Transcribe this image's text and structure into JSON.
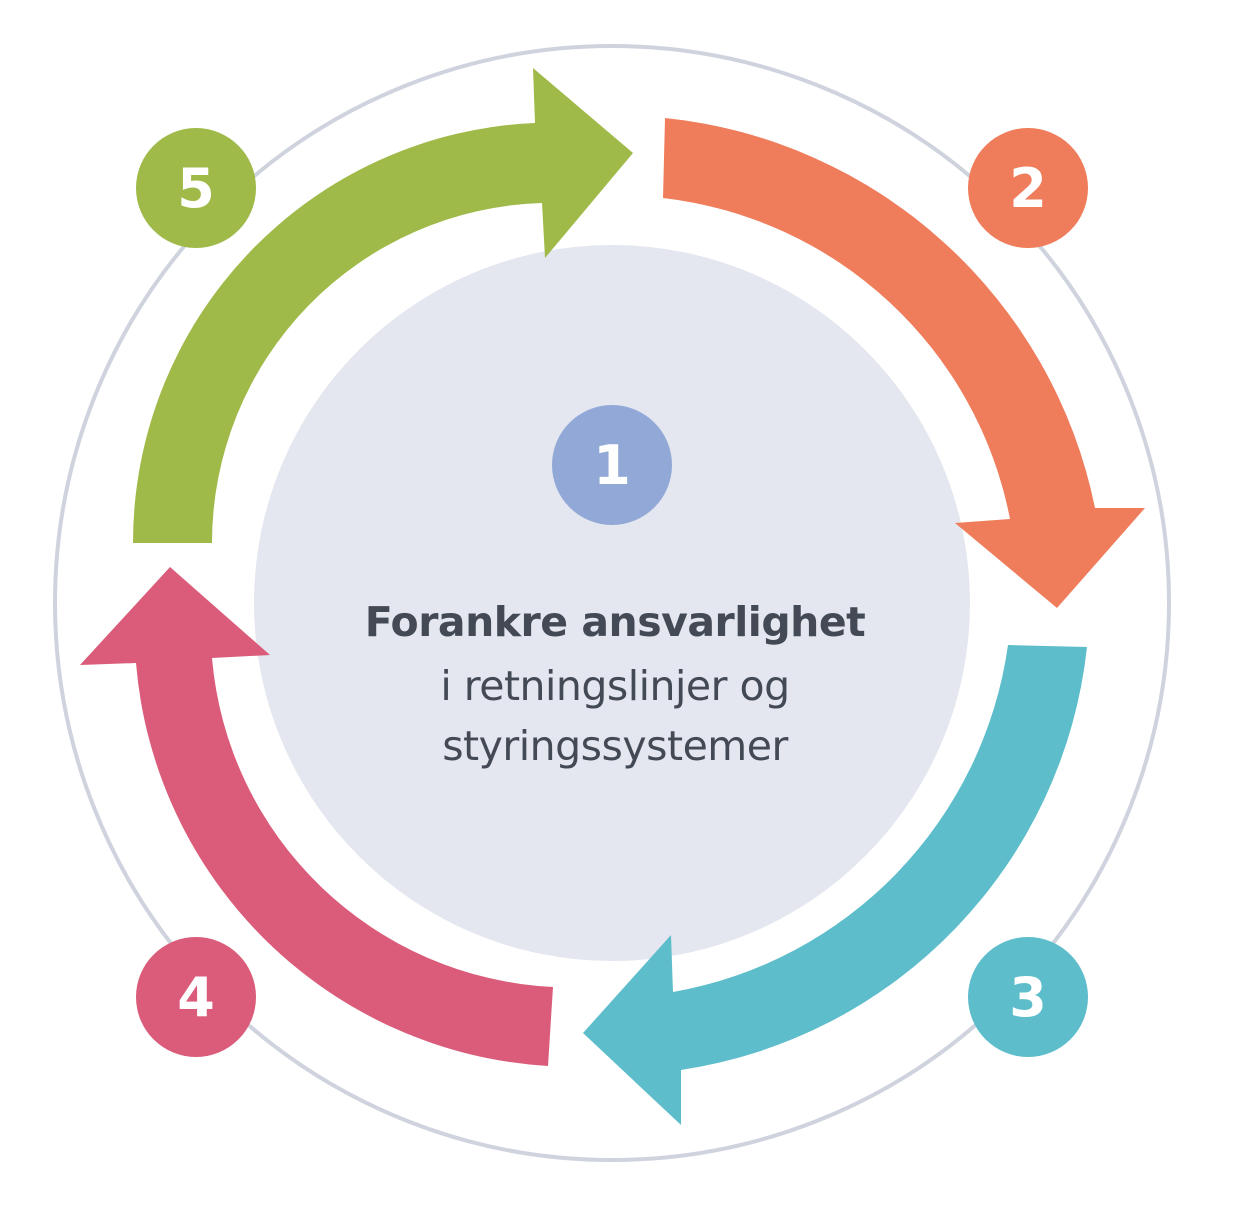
{
  "center": {
    "number": "1",
    "title": "Forankre ansvarlighet",
    "line2": "i retningslinjer og",
    "line3": "styringssystemer"
  },
  "steps": [
    {
      "number": "2",
      "color": "#ef7c5b"
    },
    {
      "number": "3",
      "color": "#5dbdcb"
    },
    {
      "number": "4",
      "color": "#da5c7a"
    },
    {
      "number": "5",
      "color": "#9fba48"
    }
  ],
  "colors": {
    "center_badge": "#92a9d7",
    "center_disc": "#e4e7ef",
    "outer_ring": "#cfd3de",
    "text": "#444a55"
  }
}
